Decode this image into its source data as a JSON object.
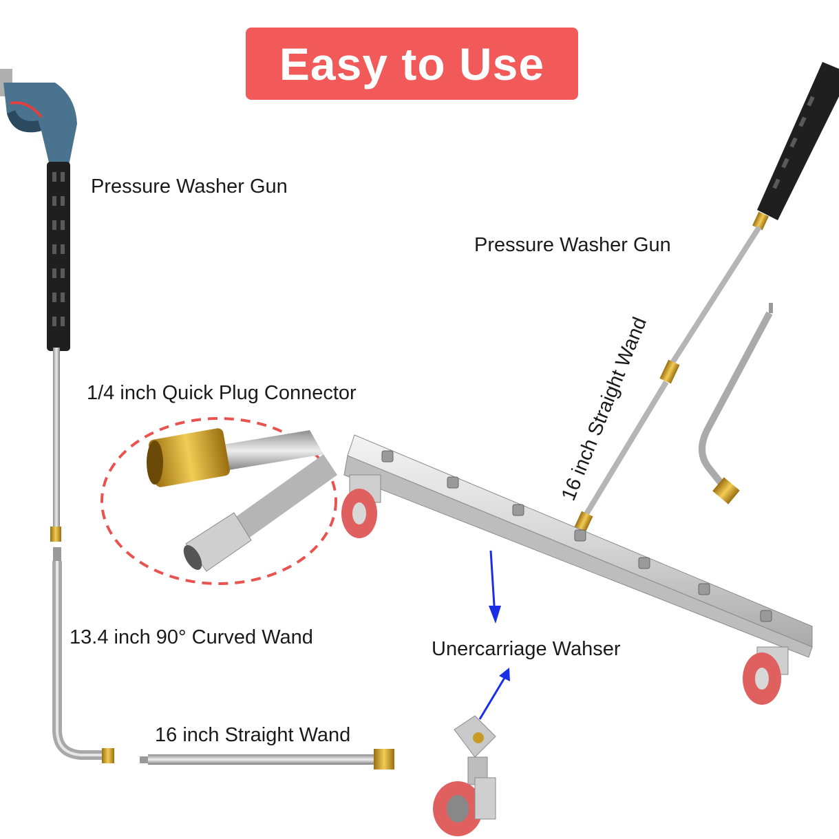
{
  "banner": {
    "text": "Easy to Use",
    "color": "#f25a5a"
  },
  "labels": {
    "gun_left": "Pressure Washer Gun",
    "gun_right": "Pressure Washer Gun",
    "connector": "1/4 inch Quick Plug Connector",
    "curved_wand": "13.4 inch 90° Curved Wand",
    "straight_wand_bottom": "16 inch Straight Wand",
    "straight_wand_rotated": "16 inch Straight Wand",
    "undercarriage": "Unercarriage Wahser"
  },
  "colors": {
    "steel": "#c8c8c8",
    "brass": "#d9a520",
    "gun_handle": "#4a7390",
    "grip": "#222222",
    "wheel": "#e06060",
    "arrow": "#1a2ee6",
    "dashed_circle": "#e8534f"
  },
  "icons": [
    "pressure-washer-gun-icon",
    "quick-connector-icon",
    "curved-wand-icon",
    "straight-wand-icon",
    "undercarriage-washer-icon",
    "caster-wheel-icon",
    "arrow-icon"
  ]
}
